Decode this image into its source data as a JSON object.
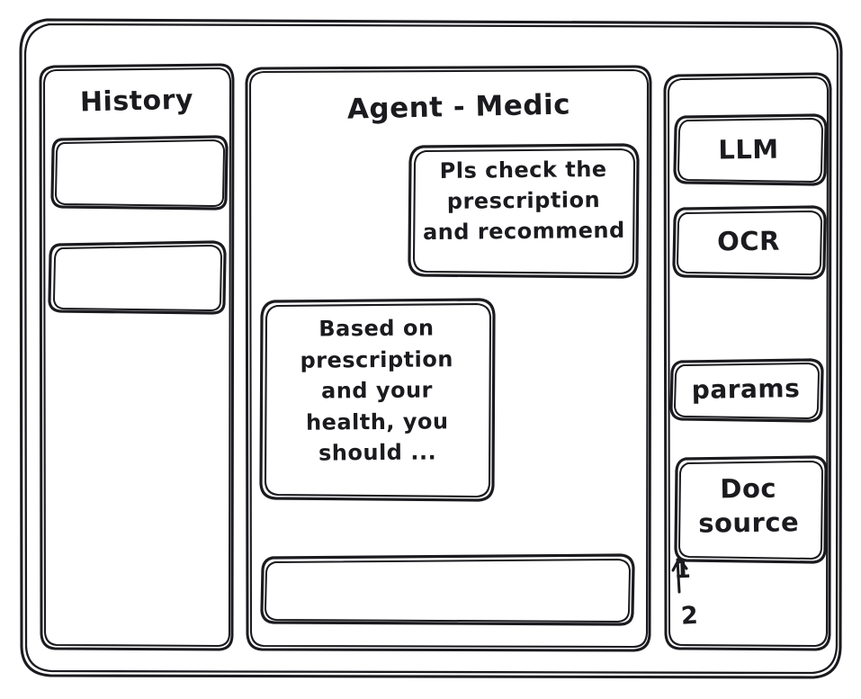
{
  "app": {
    "style": "hand-drawn-wireframe",
    "stroke_color": "#1b1b1f",
    "background_color": "#ffffff"
  },
  "sidebar_left": {
    "title": "History",
    "items": [
      {
        "label": "",
        "note": "empty history entry"
      },
      {
        "label": "",
        "note": "empty history entry"
      }
    ]
  },
  "main": {
    "title": "Agent - Medic",
    "messages": [
      {
        "role": "user",
        "align": "right",
        "text": "Pls check the\nprescription\nand recommend"
      },
      {
        "role": "agent",
        "align": "left",
        "text": "Based on\nprescription\nand your\nhealth, you\nshould ..."
      }
    ],
    "composer": {
      "value": "",
      "placeholder": ""
    }
  },
  "sidebar_right": {
    "tools": [
      {
        "label": "LLM"
      },
      {
        "label": "OCR"
      },
      {
        "label": "params"
      },
      {
        "label": "Doc\nsource"
      }
    ],
    "doc_sources": [
      {
        "label": "1"
      },
      {
        "label": "2"
      }
    ]
  }
}
